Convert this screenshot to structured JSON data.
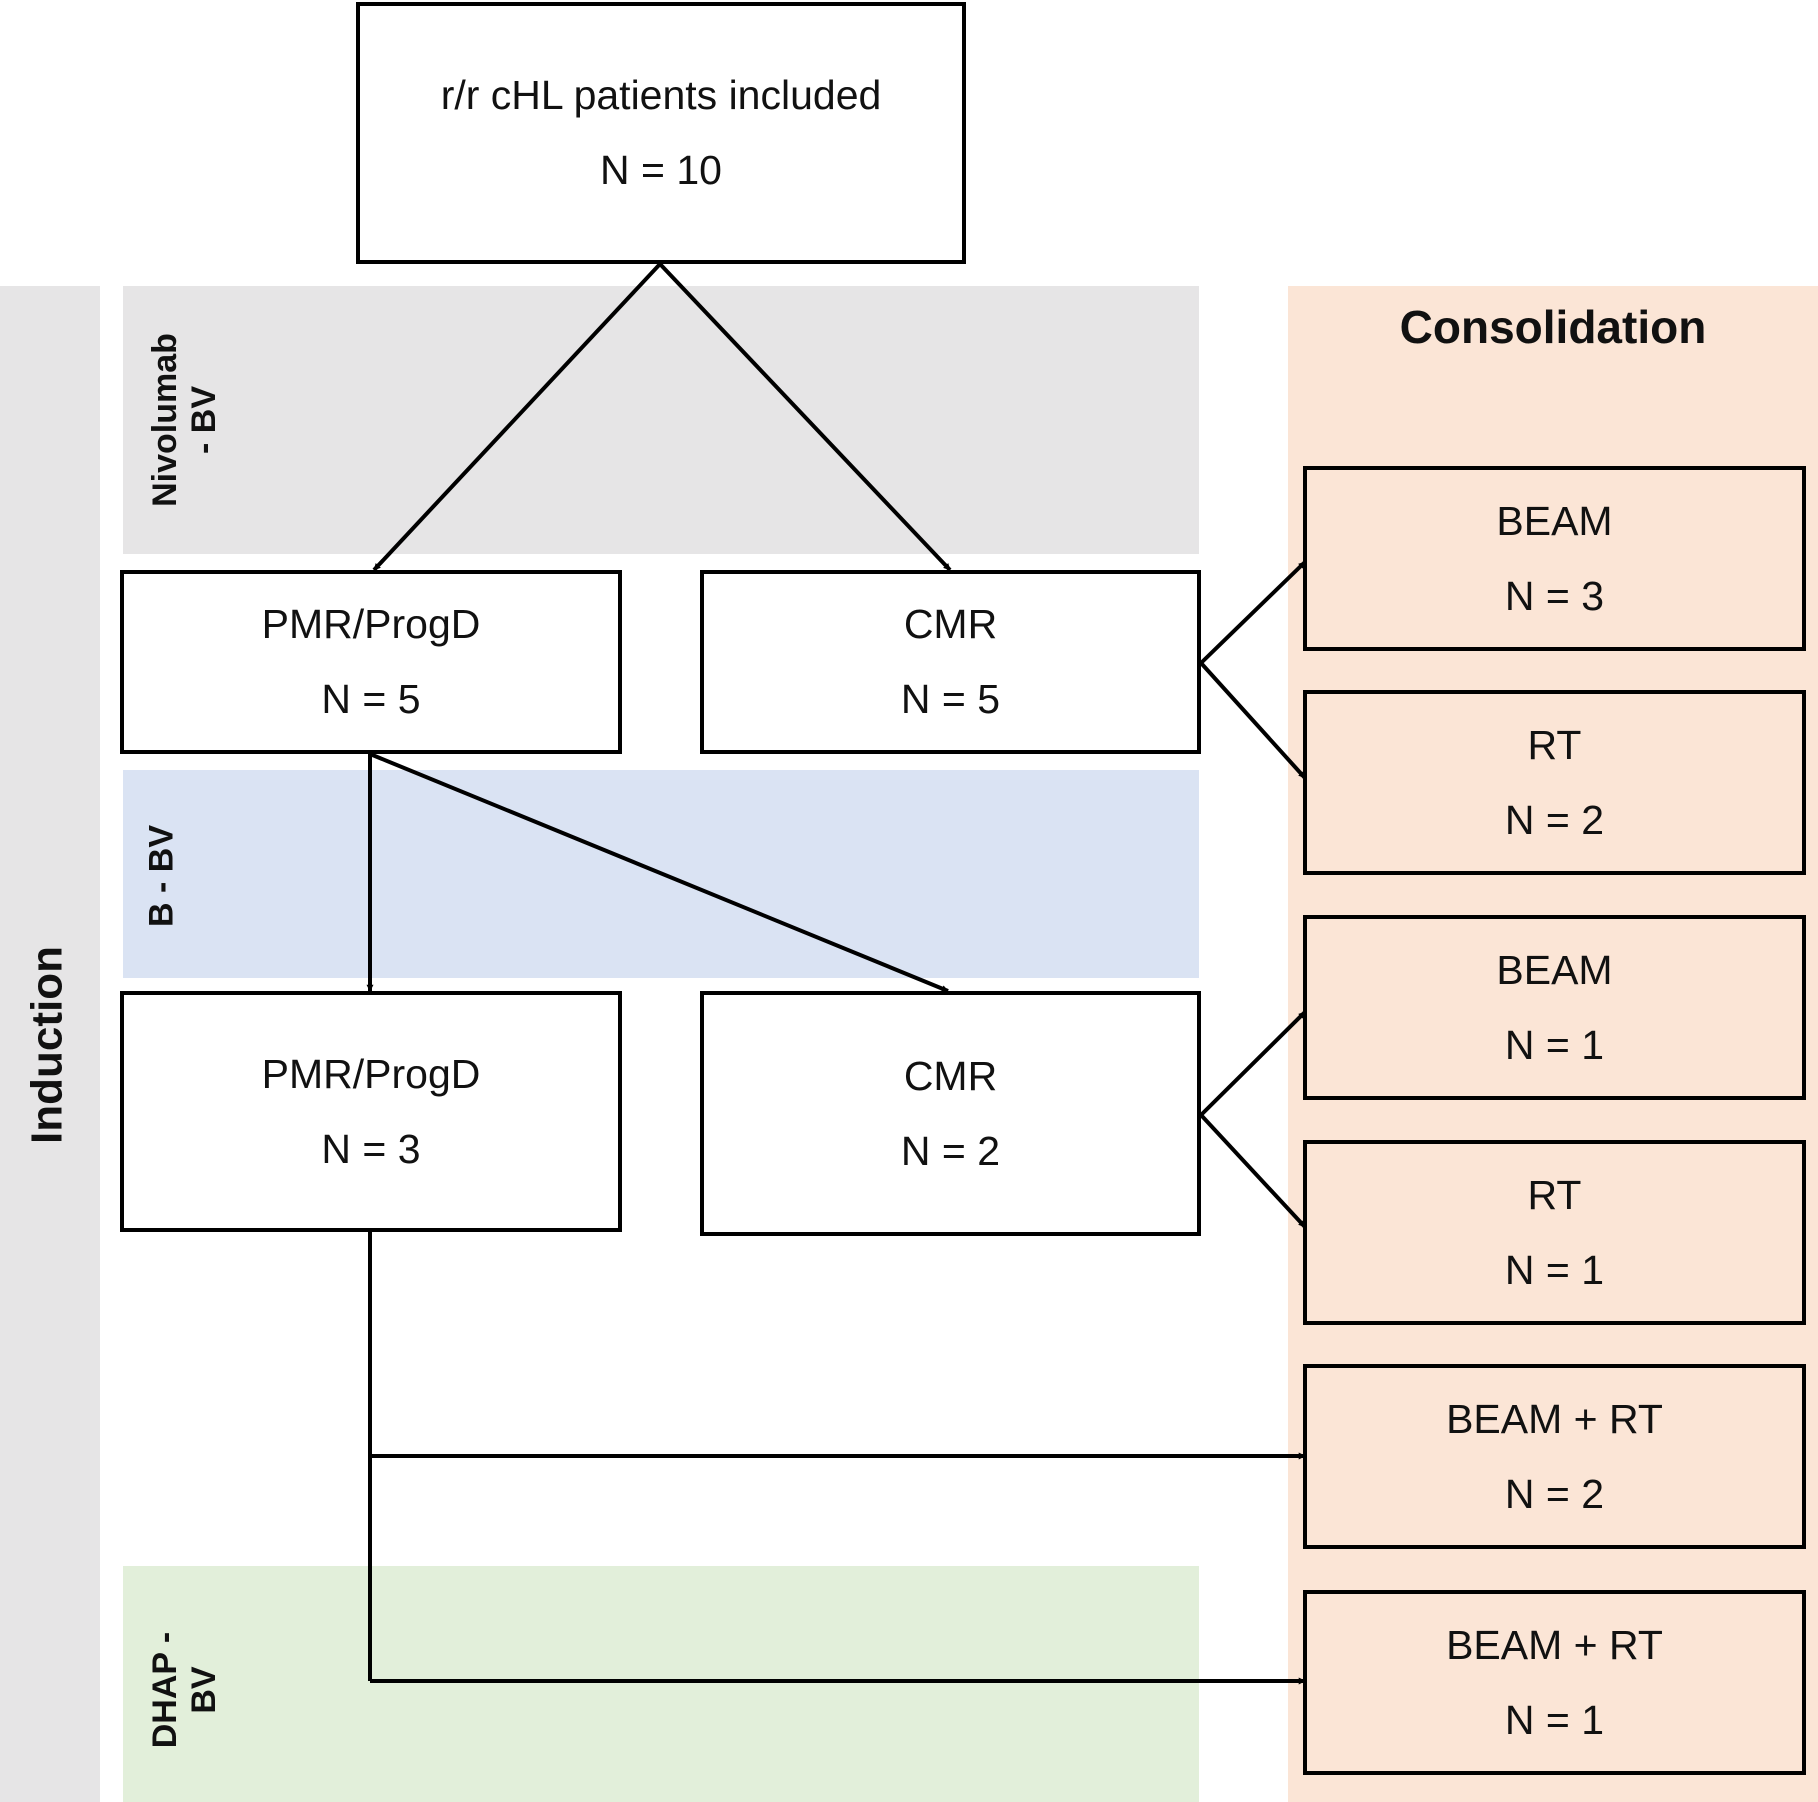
{
  "phases": {
    "induction": "Induction",
    "consolidation": "Consolidation"
  },
  "regimens": {
    "nivolumab_bv": [
      "Nivolumab",
      "- BV"
    ],
    "b_bv": "B - BV",
    "dhap_bv": [
      "DHAP -",
      "BV"
    ]
  },
  "nodes": {
    "start": {
      "label": "r/r cHL patients included",
      "n": "N = 10"
    },
    "pmr1": {
      "label": "PMR/ProgD",
      "n": "N = 5"
    },
    "cmr1": {
      "label": "CMR",
      "n": "N = 5"
    },
    "pmr2": {
      "label": "PMR/ProgD",
      "n": "N = 3"
    },
    "cmr2": {
      "label": "CMR",
      "n": "N = 2"
    },
    "beam1": {
      "label": "BEAM",
      "n": "N = 3"
    },
    "rt1": {
      "label": "RT",
      "n": "N = 2"
    },
    "beam2": {
      "label": "BEAM",
      "n": "N = 1"
    },
    "rt2": {
      "label": "RT",
      "n": "N = 1"
    },
    "beamrt1": {
      "label": "BEAM + RT",
      "n": "N = 2"
    },
    "beamrt2": {
      "label": "BEAM + RT",
      "n": "N = 1"
    }
  },
  "colors": {
    "induction_band": "#e6e5e6",
    "nivolumab_band": "#e6e5e6",
    "b_bv_band": "#dae3f3",
    "dhap_band": "#e2efda",
    "consolidation_band": "#fbe5d6",
    "stroke": "#000000"
  }
}
